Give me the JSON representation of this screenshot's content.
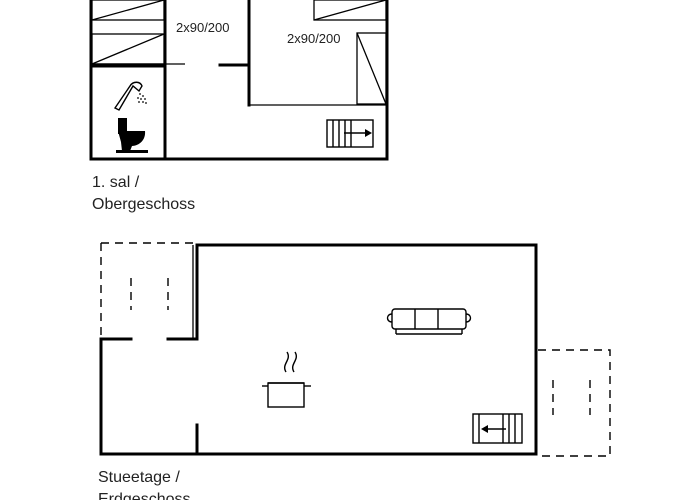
{
  "floors": [
    {
      "label_line1": "1. sal /",
      "label_line2": "Obergeschoss"
    },
    {
      "label_line1": "Stueetage /",
      "label_line2": "Erdgeschoss"
    }
  ],
  "beds": [
    {
      "label": "2x90/200"
    },
    {
      "label": "2x90/200"
    }
  ],
  "icons": [
    "shower-icon",
    "toilet-icon",
    "stairs-icon",
    "sofa-icon",
    "cooking-pot-icon",
    "stairs-icon"
  ]
}
